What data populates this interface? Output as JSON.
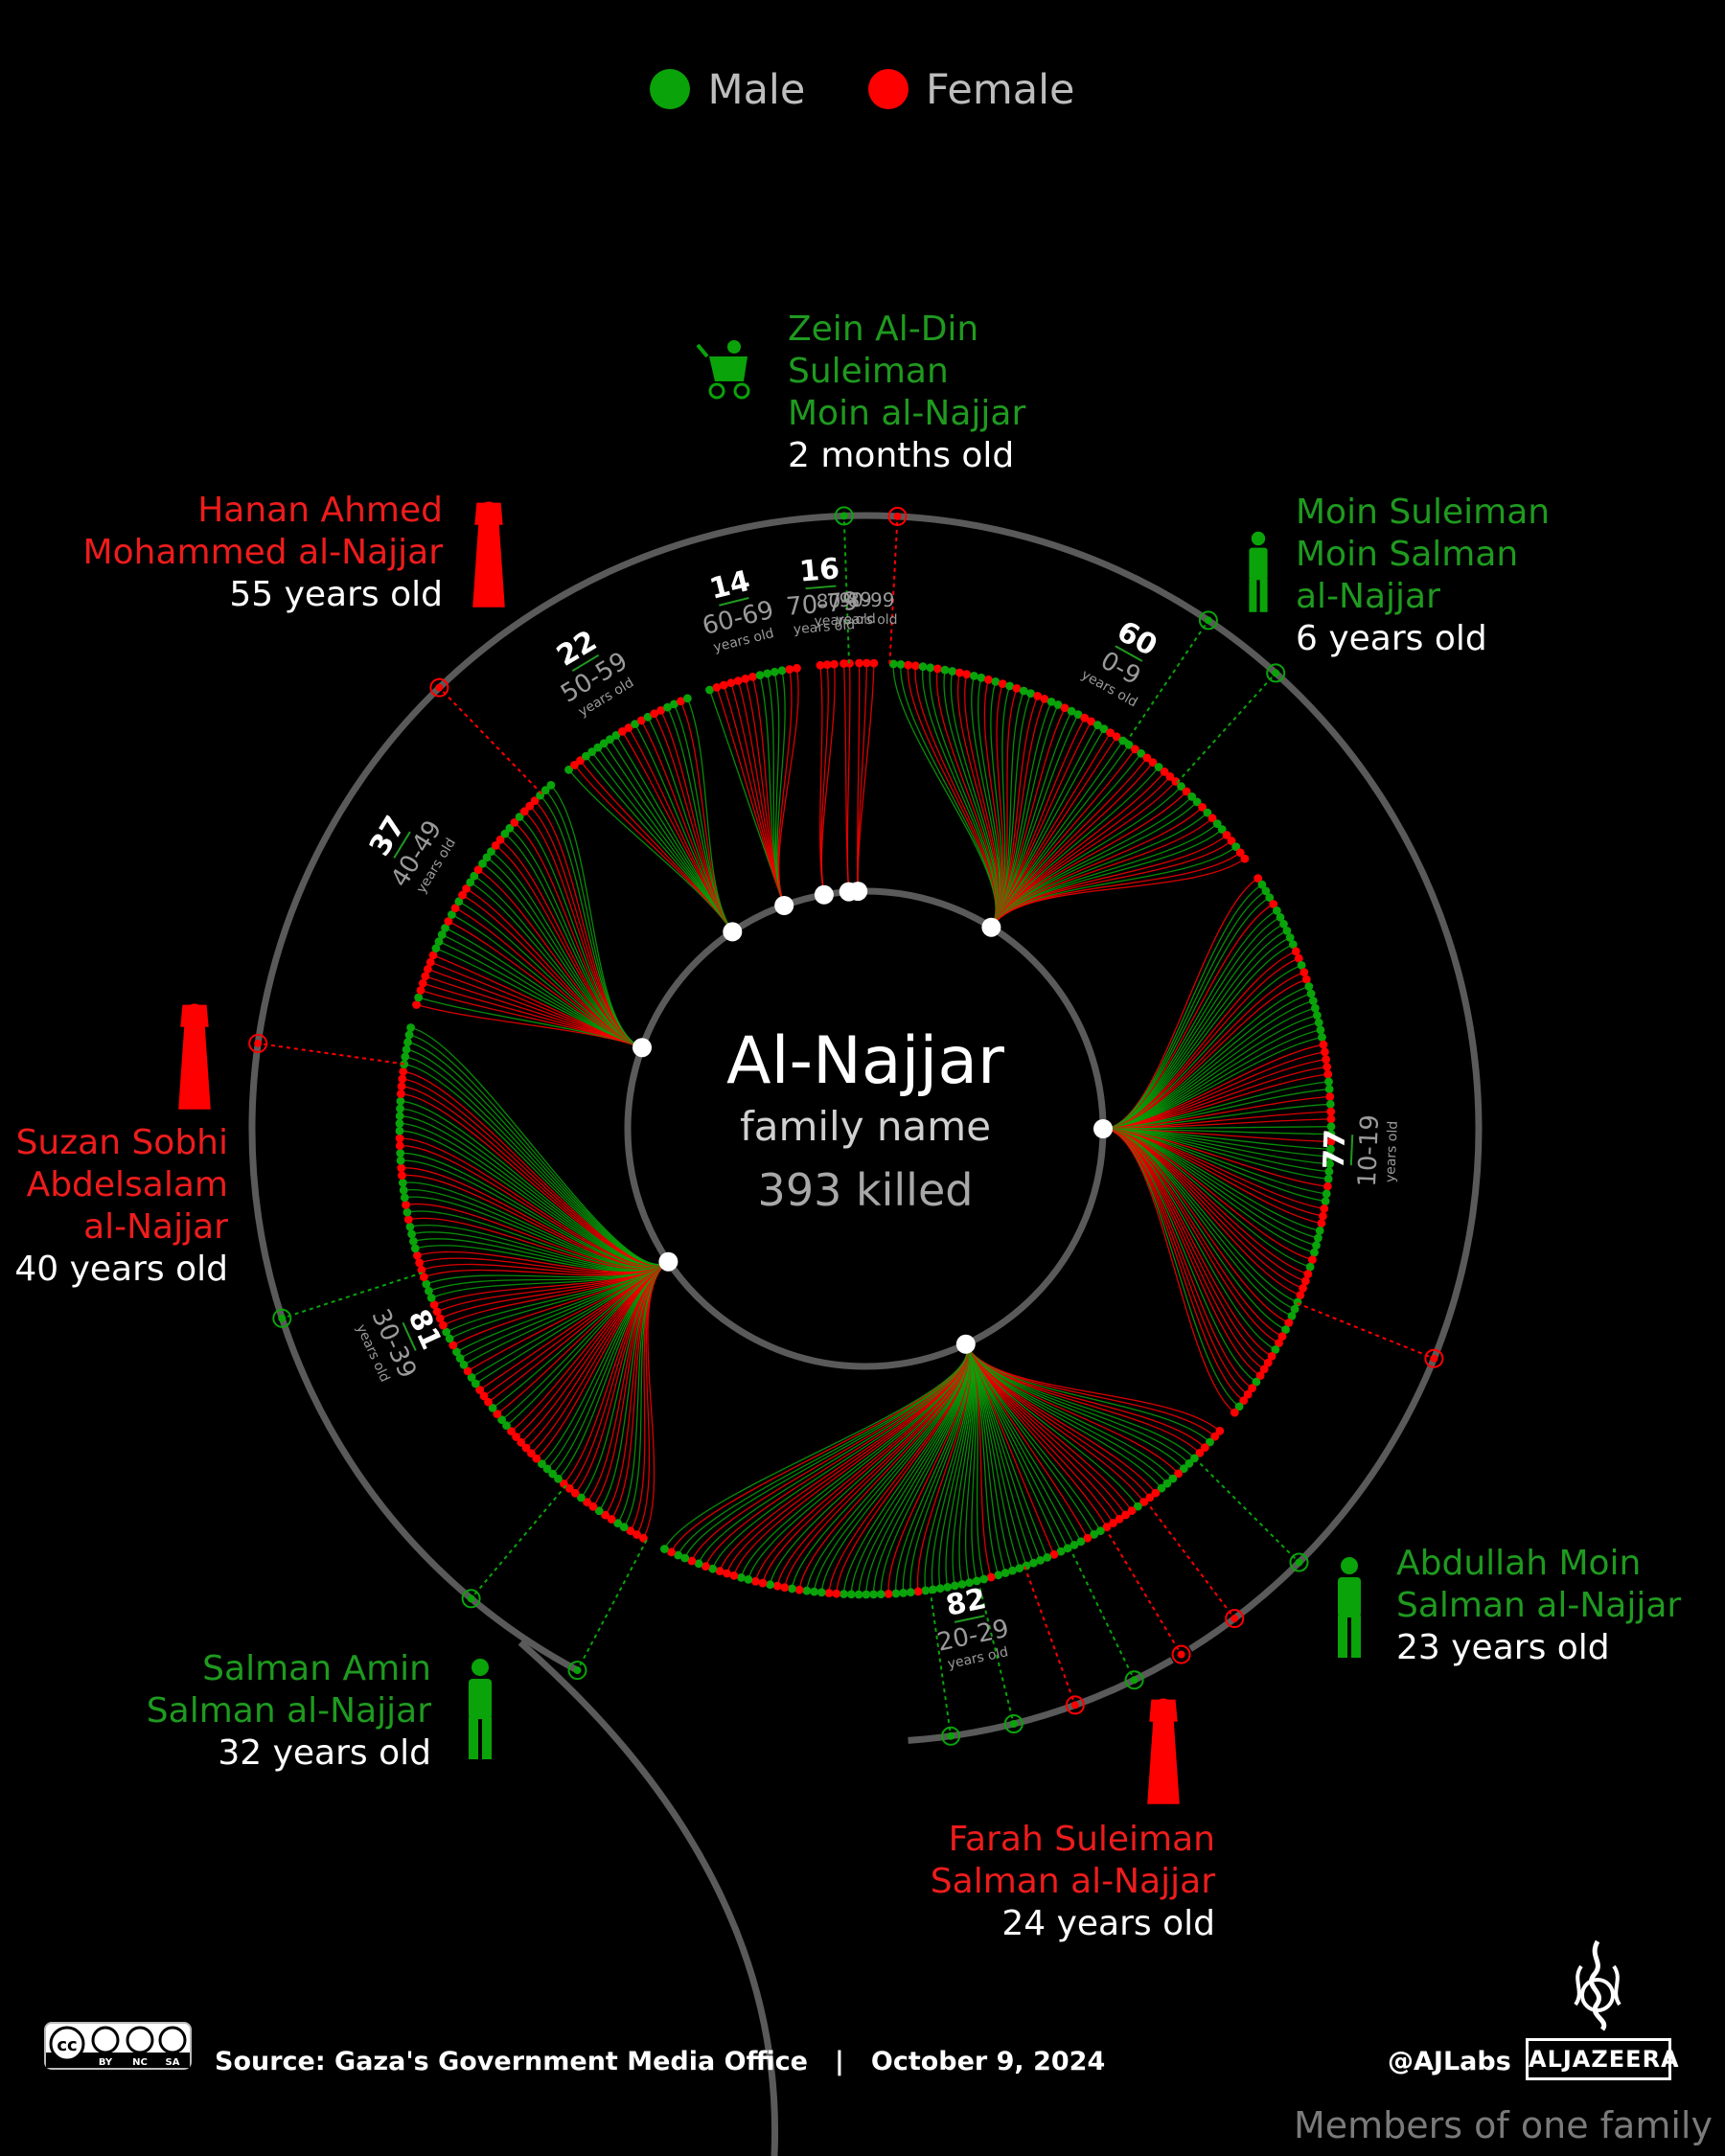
{
  "legend": [
    {
      "label": "Male",
      "color": "#0aa30a"
    },
    {
      "label": "Female",
      "color": "#ff0000"
    }
  ],
  "center": {
    "title": "Al-Najjar",
    "subtitle": "family name",
    "total": "393 killed"
  },
  "chart_data": {
    "type": "radial-dendrogram",
    "total_killed": 393,
    "age_groups": [
      {
        "count": 60,
        "label": "0-9",
        "unit": "years old"
      },
      {
        "count": 77,
        "label": "10-19",
        "unit": "years old"
      },
      {
        "count": 82,
        "label": "20-29",
        "unit": "years old"
      },
      {
        "count": 81,
        "label": "30-39",
        "unit": "years old"
      },
      {
        "count": 37,
        "label": "40-49",
        "unit": "years old"
      },
      {
        "count": 22,
        "label": "50-59",
        "unit": "years old"
      },
      {
        "count": 14,
        "label": "60-69",
        "unit": "years old"
      },
      {
        "count": 16,
        "label": "70-79",
        "unit": "years old"
      },
      {
        "count": "",
        "label": "80-89",
        "unit": "years old"
      },
      {
        "count": "",
        "label": "90-99",
        "unit": "years old"
      }
    ],
    "colors": {
      "male": "#0aa30a",
      "female": "#ff0000",
      "ring": "#5a5a5a"
    }
  },
  "people": [
    {
      "name": "Zein Al-Din Suleiman Moin al-Najjar",
      "lines": [
        "Zein Al-Din",
        "Suleiman",
        "Moin al-Najjar"
      ],
      "age": "2 months old",
      "gender": "male",
      "icon": "stroller-icon"
    },
    {
      "name": "Moin Suleiman Moin Salman al-Najjar",
      "lines": [
        "Moin Suleiman",
        "Moin Salman",
        "al-Najjar"
      ],
      "age": "6 years old",
      "gender": "male",
      "icon": "child-icon"
    },
    {
      "name": "Hanan Ahmed Mohammed al-Najjar",
      "lines": [
        "Hanan Ahmed",
        "Mohammed al-Najjar"
      ],
      "age": "55 years old",
      "gender": "female",
      "icon": "woman-icon"
    },
    {
      "name": "Suzan Sobhi Abdelsalam al-Najjar",
      "lines": [
        "Suzan Sobhi",
        "Abdelsalam",
        "al-Najjar"
      ],
      "age": "40 years old",
      "gender": "female",
      "icon": "woman-icon"
    },
    {
      "name": "Abdullah Moin Salman al-Najjar",
      "lines": [
        "Abdullah Moin",
        "Salman al-Najjar"
      ],
      "age": "23 years old",
      "gender": "male",
      "icon": "man-icon"
    },
    {
      "name": "Salman Amin Salman al-Najjar",
      "lines": [
        "Salman Amin",
        "Salman al-Najjar"
      ],
      "age": "32 years old",
      "gender": "male",
      "icon": "man-icon"
    },
    {
      "name": "Farah Suleiman Salman al-Najjar",
      "lines": [
        "Farah Suleiman",
        "Salman al-Najjar"
      ],
      "age": "24 years old",
      "gender": "female",
      "icon": "woman-icon"
    }
  ],
  "footer": {
    "source": "Source:  Gaza's Government Media Office",
    "separator": "|",
    "date": "October 9, 2024",
    "handle": "@AJLabs",
    "brand": "ALJAZEERA",
    "caption": "Members of one family",
    "license": [
      "BY",
      "NC",
      "SA"
    ]
  }
}
